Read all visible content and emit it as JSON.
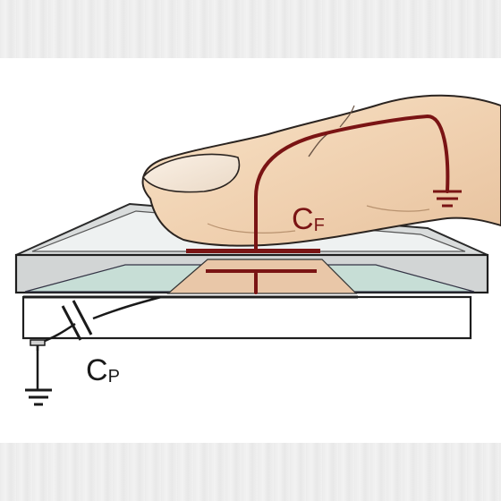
{
  "labels": {
    "finger_capacitance": {
      "main": "C",
      "sub": "F"
    },
    "parasitic_capacitance": {
      "main": "C",
      "sub": "P"
    }
  },
  "colors": {
    "finger_circuit": "#7a1414",
    "parasitic_circuit": "#1a1a1a",
    "glass_frame": "#c8d0d0",
    "sensor_layer": "#c8dfd7",
    "finger_skin": "#f2d6b8"
  }
}
